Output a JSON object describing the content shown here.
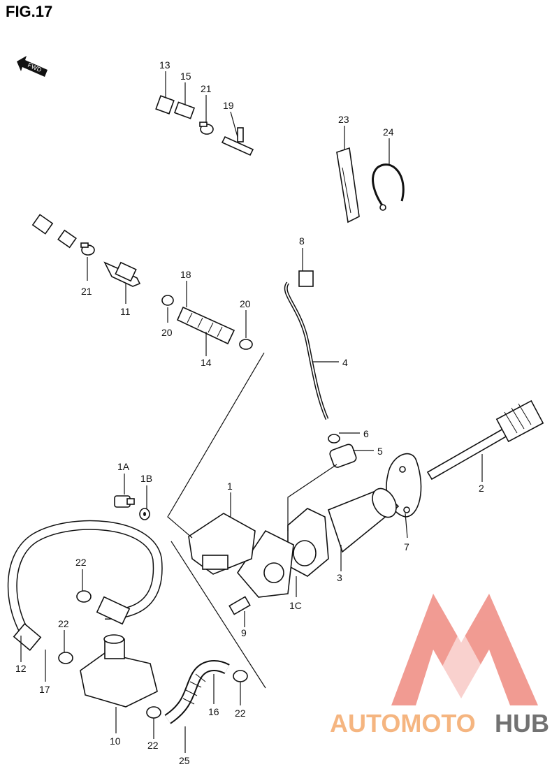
{
  "figure_title": "FIG.17",
  "fwd_label": "FWD",
  "brand": {
    "part1": "AUTOMOTO",
    "part2": "HUB",
    "color_a": "#f4b183",
    "color_b": "#e9776b",
    "color_c": "#5a5a5a"
  },
  "callouts": {
    "c13": "13",
    "c15": "15",
    "c21a": "21",
    "c19": "19",
    "c23": "23",
    "c24": "24",
    "c21b": "21",
    "c11": "11",
    "c20a": "20",
    "c18": "18",
    "c20b": "20",
    "c14": "14",
    "c8": "8",
    "c4": "4",
    "c6": "6",
    "c5": "5",
    "c2": "2",
    "c7": "7",
    "c1a": "1A",
    "c1b": "1B",
    "c1": "1",
    "c3": "3",
    "c1c": "1C",
    "c9": "9",
    "c22a": "22",
    "c22b": "22",
    "c12": "12",
    "c17": "17",
    "c10": "10",
    "c22c": "22",
    "c25": "25",
    "c16": "16",
    "c22d": "22"
  }
}
